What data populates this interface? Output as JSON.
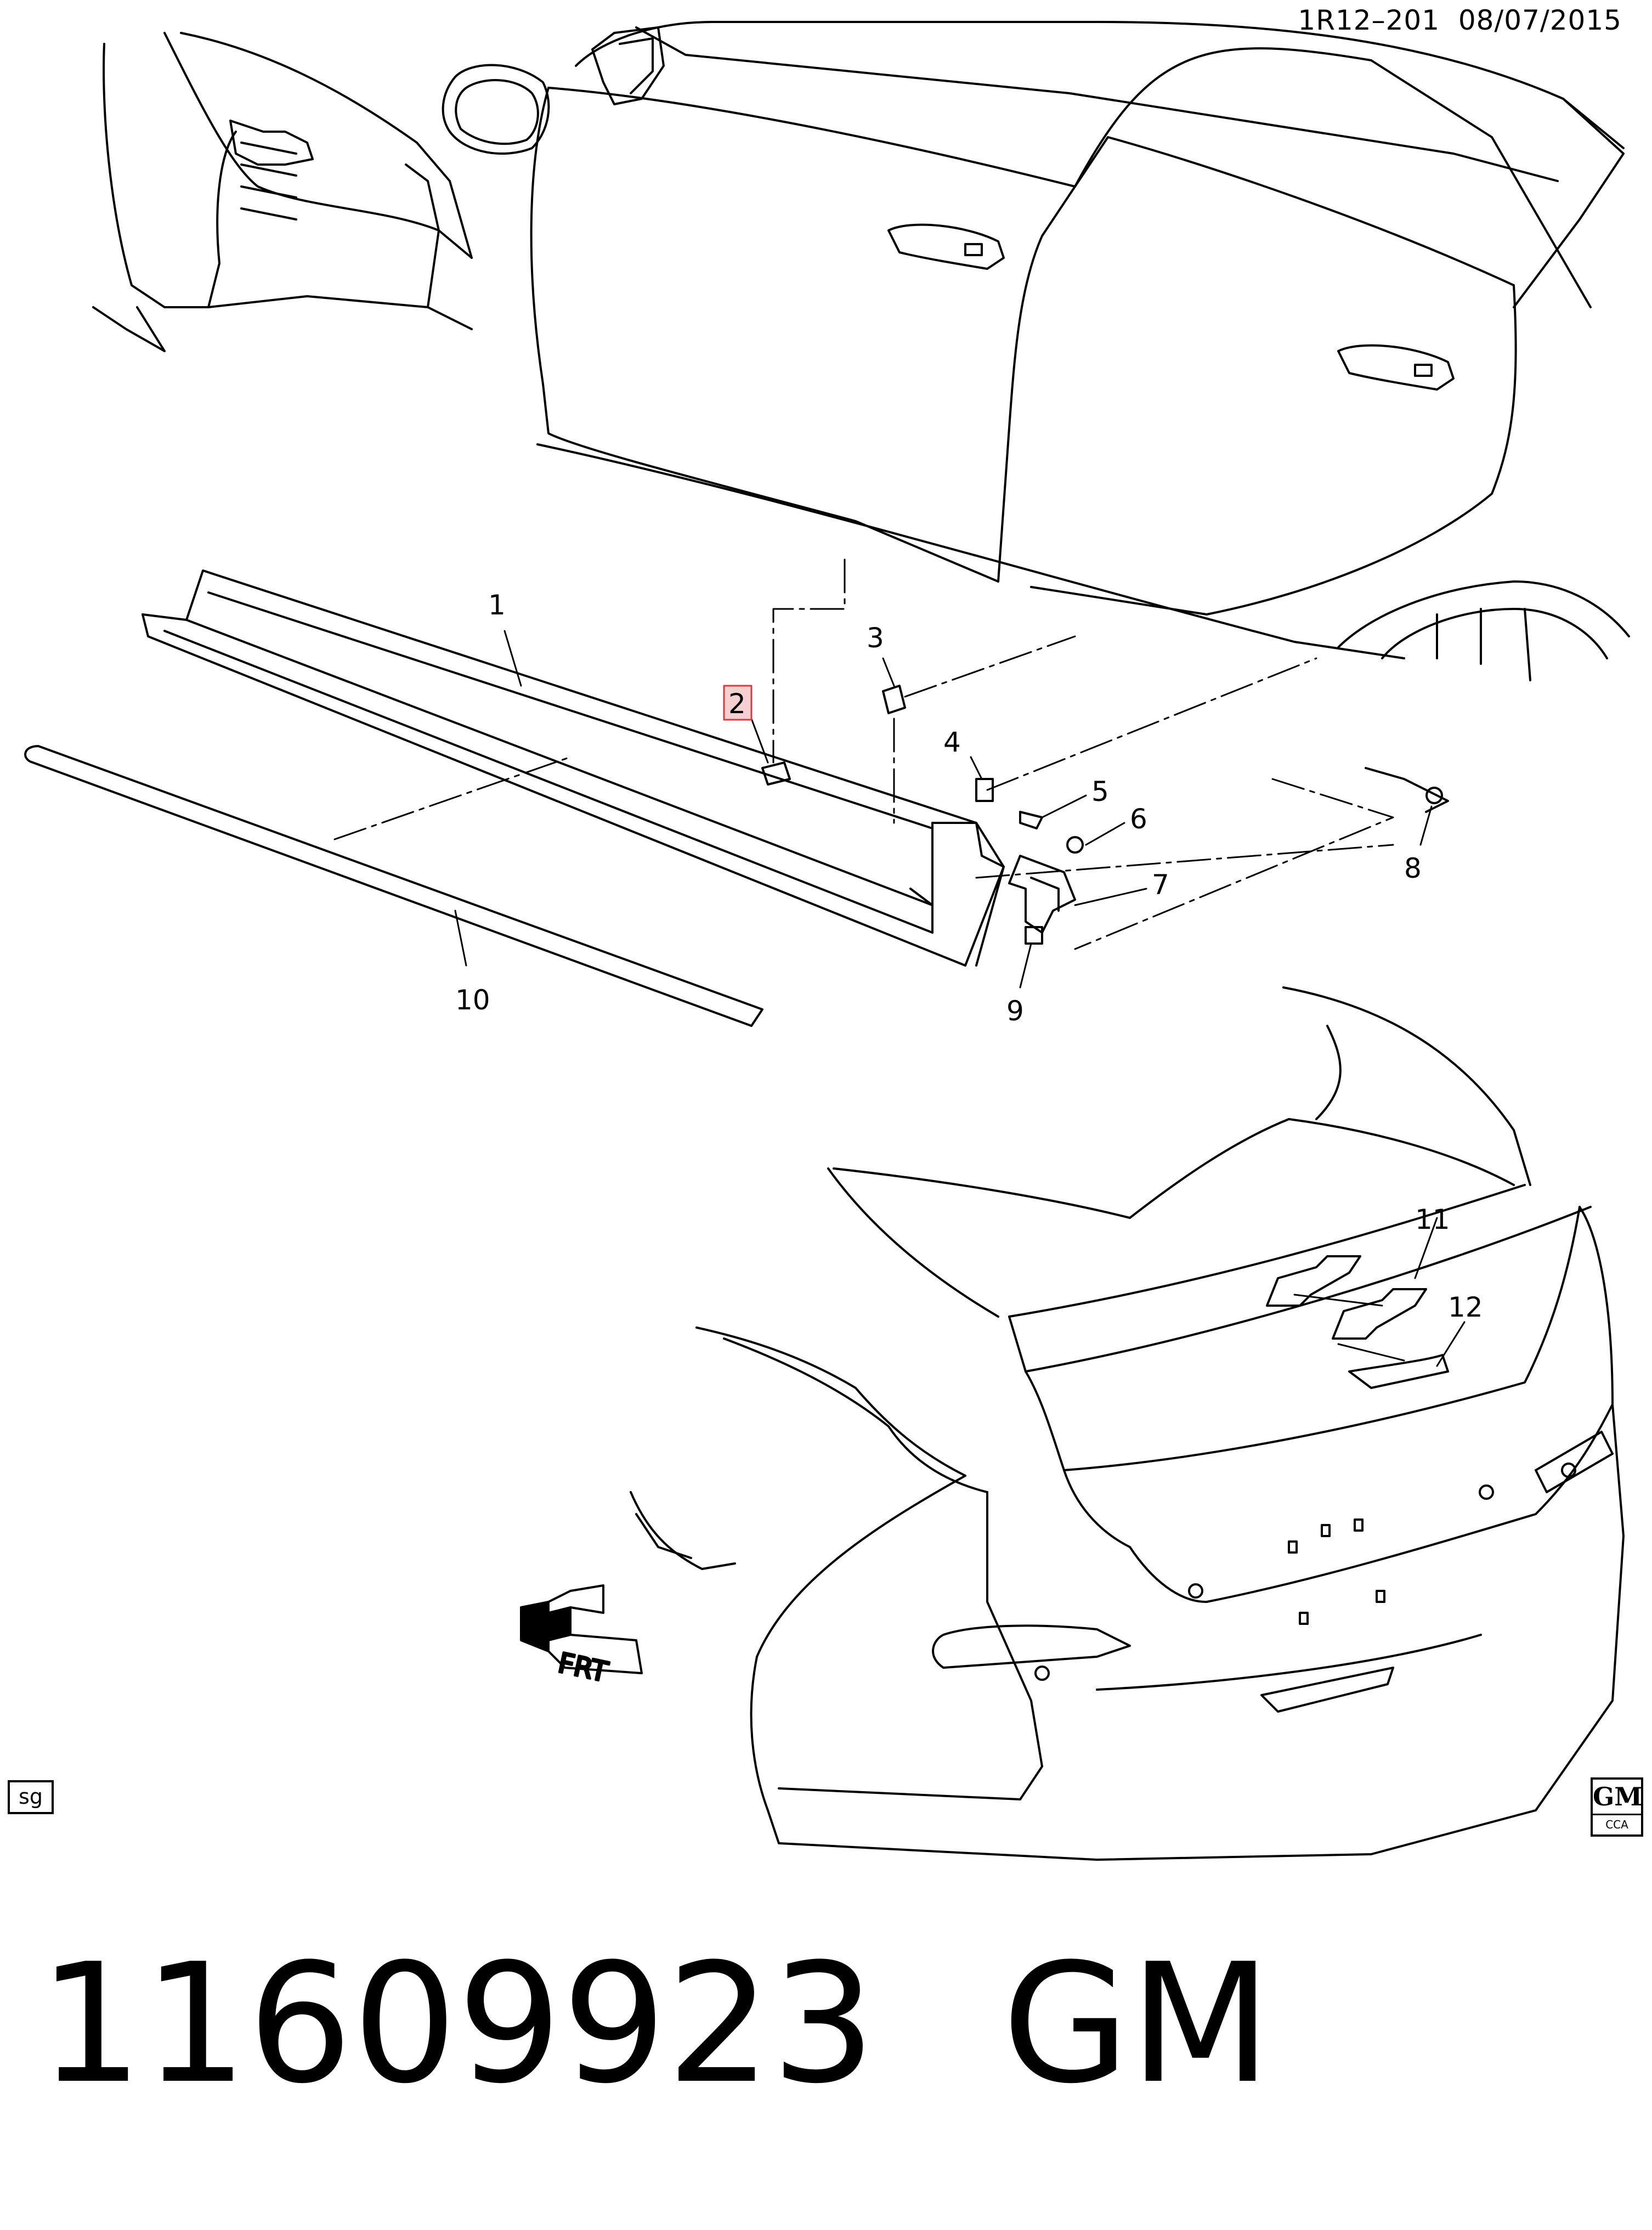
{
  "header": {
    "code": "1R12–201",
    "date": "08/07/2015"
  },
  "callouts": {
    "c1": "1",
    "c2": "2",
    "c3": "3",
    "c4": "4",
    "c5": "5",
    "c6": "6",
    "c7": "7",
    "c8": "8",
    "c9": "9",
    "c10": "10",
    "c11": "11",
    "c12": "12"
  },
  "direction_label": "FRT",
  "sg_label": "sg",
  "gm_logo": {
    "top": "GM",
    "bottom": "CCA"
  },
  "footer": {
    "part_number": "11609923",
    "brand": "GM"
  },
  "highlighted_callout": "2",
  "colors": {
    "highlight_fill": "#f6d0d0",
    "highlight_stroke": "#d04040"
  }
}
